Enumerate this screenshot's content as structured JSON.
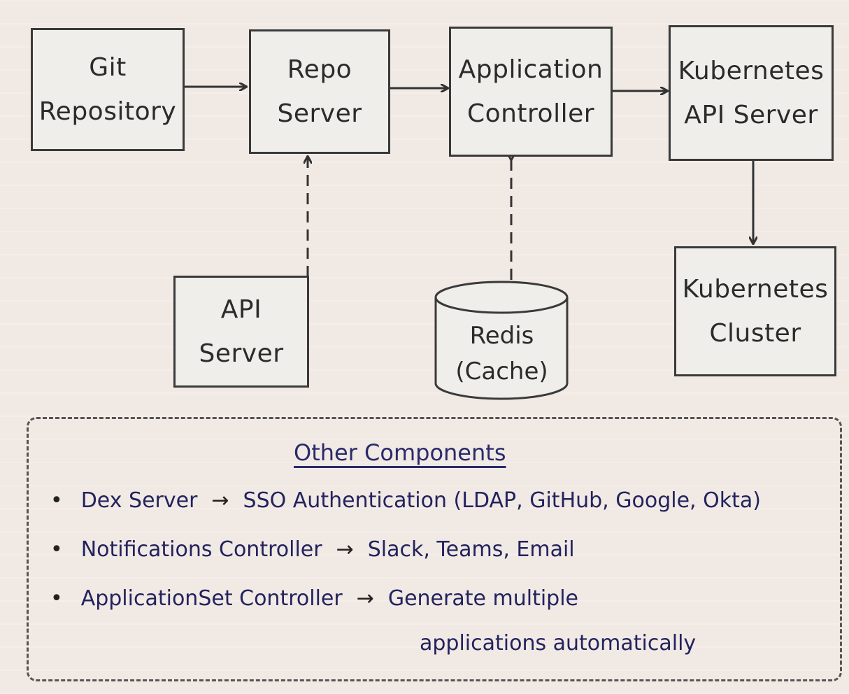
{
  "nodes": {
    "git_repository": {
      "line1": "Git",
      "line2": "Repository"
    },
    "repo_server": {
      "line1": "Repo",
      "line2": "Server"
    },
    "application_controller": {
      "line1": "Application",
      "line2": "Controller"
    },
    "kubernetes_api_server": {
      "line1": "Kubernetes",
      "line2": "API Server"
    },
    "api_server": {
      "line1": "API",
      "line2": "Server"
    },
    "redis": {
      "line1": "Redis",
      "line2": "(Cache)"
    },
    "kubernetes_cluster": {
      "line1": "Kubernetes",
      "line2": "Cluster"
    }
  },
  "edges": [
    {
      "from": "git_repository",
      "to": "repo_server",
      "style": "solid"
    },
    {
      "from": "repo_server",
      "to": "application_controller",
      "style": "solid"
    },
    {
      "from": "application_controller",
      "to": "kubernetes_api_server",
      "style": "solid"
    },
    {
      "from": "kubernetes_api_server",
      "to": "kubernetes_cluster",
      "style": "solid"
    },
    {
      "from": "api_server",
      "to": "repo_server",
      "style": "dashed"
    },
    {
      "from": "application_controller",
      "to": "redis",
      "style": "dashed",
      "bidirectional": true
    }
  ],
  "other_components": {
    "title": "Other Components",
    "arrow": "→",
    "items": [
      {
        "name": "Dex Server",
        "description": "SSO Authentication (LDAP, GitHub, Google, Okta)"
      },
      {
        "name": "Notifications Controller",
        "description": "Slack, Teams, Email"
      },
      {
        "name": "ApplicationSet Controller",
        "description": "Generate multiple",
        "description_line2": "applications automatically"
      }
    ]
  },
  "colors": {
    "background": "#f1e9e4",
    "box_border": "#3a3a3a",
    "box_fill": "#efeeea",
    "text": "#2b2b2b",
    "list_text": "#23235e"
  }
}
